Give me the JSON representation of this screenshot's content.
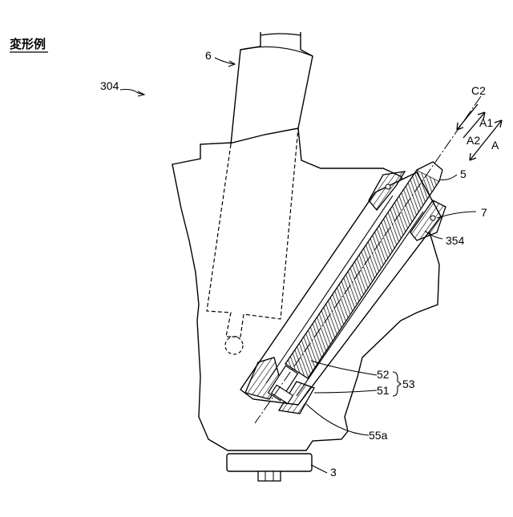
{
  "title": "変形例",
  "labels": {
    "fig": "304",
    "handle": "6",
    "axis": "C2",
    "dir_a1": "A1",
    "dir_a2": "A2",
    "dir_a": "A",
    "shaft": "5",
    "part7": "7",
    "part354": "354",
    "part52": "52",
    "part51": "51",
    "part53": "53",
    "part55a": "55a",
    "part3": "3"
  }
}
